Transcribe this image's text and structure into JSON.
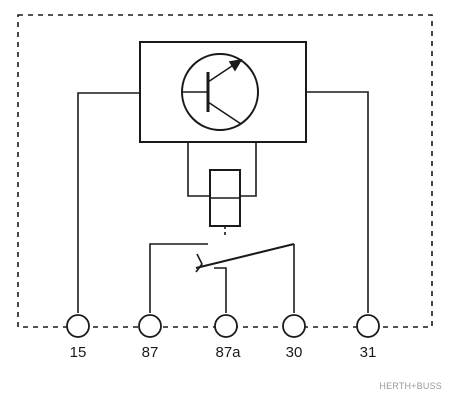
{
  "diagram": {
    "terminals": [
      {
        "id": "15",
        "label": "15"
      },
      {
        "id": "87",
        "label": "87"
      },
      {
        "id": "87a",
        "label": "87a"
      },
      {
        "id": "30",
        "label": "30"
      },
      {
        "id": "31",
        "label": "31"
      }
    ],
    "components": [
      "transistor-icon",
      "relay-coil-icon",
      "changeover-contact-icon"
    ],
    "colors": {
      "line": "#1a1a1a",
      "background": "#ffffff"
    }
  },
  "watermark": {
    "text": "HERTH+BUSS"
  }
}
